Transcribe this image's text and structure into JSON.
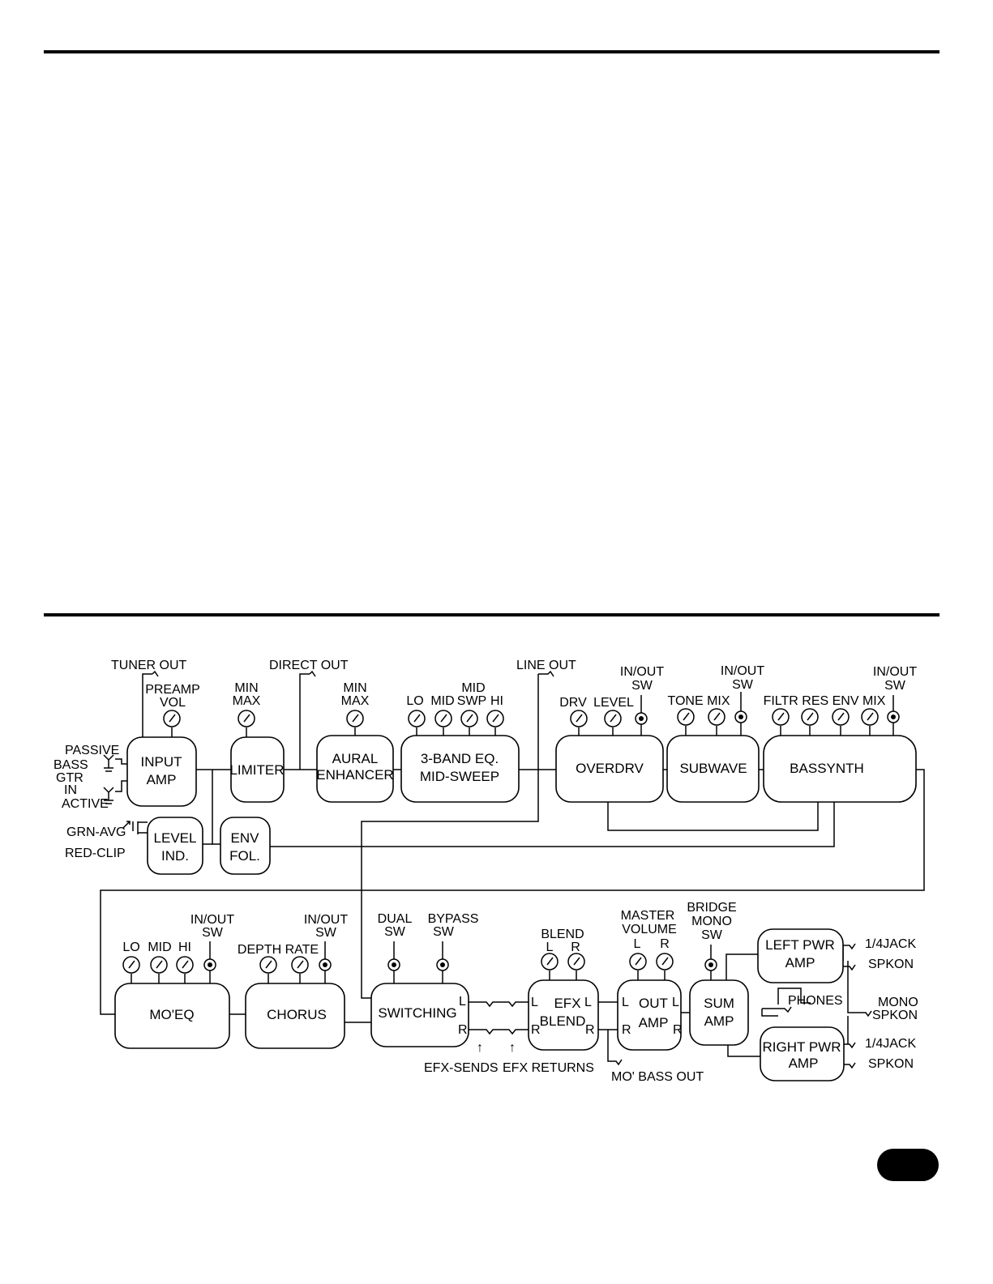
{
  "top_labels": {
    "tuner_out": "TUNER OUT",
    "direct_out": "DIRECT OUT",
    "line_out": "LINE OUT",
    "passive": "PASSIVE",
    "bass": "BASS",
    "gtr": "GTR",
    "in": "IN",
    "active": "ACTIVE",
    "grn_avg": "GRN-AVG",
    "red_clip": "RED-CLIP",
    "preamp": "PREAMP",
    "vol": "VOL",
    "min": "MIN",
    "max": "MAX",
    "lo": "LO",
    "mid": "MID",
    "mid2": "MID",
    "swp": "SWP",
    "hi": "HI",
    "drv": "DRV",
    "level": "LEVEL",
    "tone_mix": "TONE MIX",
    "filtr_res_env_mix": "FILTR RES ENV MIX",
    "in_out": "IN/OUT",
    "sw": "SW"
  },
  "top_blocks": {
    "input_1": "INPUT",
    "input_2": "AMP",
    "limiter": "LIMITER",
    "aural_1": "AURAL",
    "aural_2": "ENHANCER",
    "eq_1": "3-BAND EQ.",
    "eq_2": "MID-SWEEP",
    "overdrv": "OVERDRV",
    "subwave": "SUBWAVE",
    "bassynth": "BASSYNTH",
    "level_1": "LEVEL",
    "level_2": "IND.",
    "env_1": "ENV",
    "env_2": "FOL."
  },
  "bottom_labels": {
    "lo": "LO",
    "mid": "MID",
    "hi": "HI",
    "in_out": "IN/OUT",
    "sw": "SW",
    "depth_rate": "DEPTH RATE",
    "dual": "DUAL",
    "bypass": "BYPASS",
    "blend": "BLEND",
    "l": "L",
    "r": "R",
    "master": "MASTER",
    "volume": "VOLUME",
    "bridge": "BRIDGE",
    "mono": "MONO",
    "efx_sends": "EFX-SENDS",
    "efx_returns": "EFX RETURNS",
    "mo_bass_out": "MO' BASS OUT",
    "phones": "PHONES",
    "quarter_jack": "1/4JACK",
    "spkon": "SPKON",
    "mono_spkon_1": "MONO",
    "mono_spkon_2": "SPKON",
    "arrow": "↑"
  },
  "bottom_blocks": {
    "moeq": "MO'EQ",
    "chorus": "CHORUS",
    "switching": "SWITCHING",
    "sw_l": "L",
    "sw_r": "R",
    "efx_1": "EFX",
    "efx_2": "BLEND",
    "out_1": "OUT",
    "out_2": "AMP",
    "sum_1": "SUM",
    "sum_2": "AMP",
    "left_1": "LEFT PWR",
    "left_2": "AMP",
    "right_1": "RIGHT PWR",
    "right_2": "AMP"
  }
}
